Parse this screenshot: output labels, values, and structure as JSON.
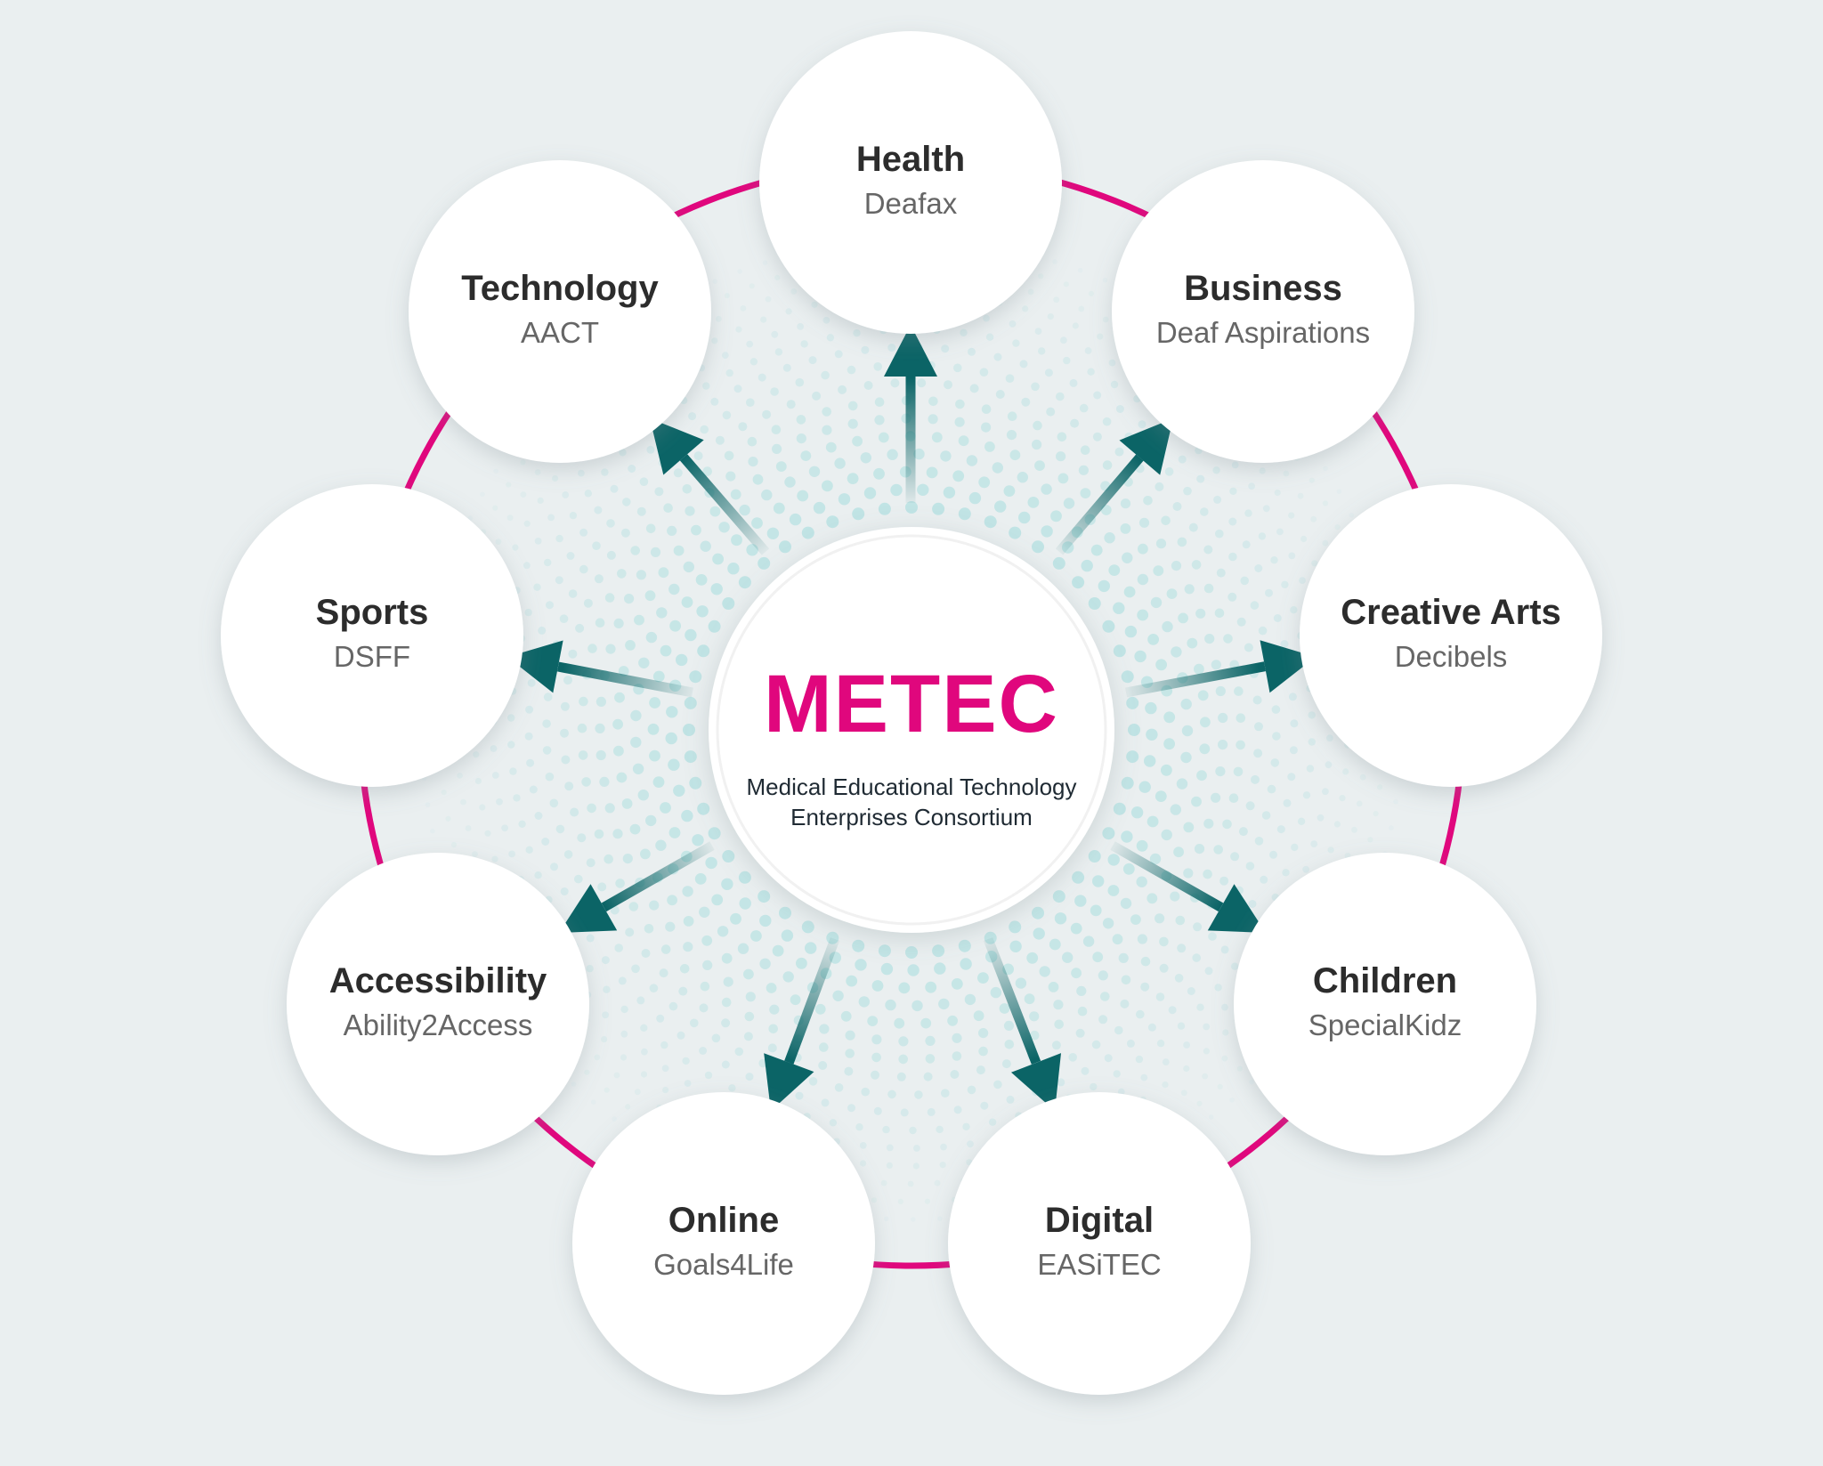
{
  "diagram": {
    "center": {
      "brand": "METEC",
      "tagline_line1": "Medical Educational Technology",
      "tagline_line2": "Enterprises Consortium"
    },
    "nodes": [
      {
        "title": "Health",
        "organization": "Deafax"
      },
      {
        "title": "Business",
        "organization": "Deaf Aspirations"
      },
      {
        "title": "Creative Arts",
        "organization": "Decibels"
      },
      {
        "title": "Children",
        "organization": "SpecialKidz"
      },
      {
        "title": "Digital",
        "organization": "EASiTEC"
      },
      {
        "title": "Online",
        "organization": "Goals4Life"
      },
      {
        "title": "Accessibility",
        "organization": "Ability2Access"
      },
      {
        "title": "Sports",
        "organization": "DSFF"
      },
      {
        "title": "Technology",
        "organization": "AACT"
      }
    ],
    "colors": {
      "background": "#eaeff0",
      "ring": "#e0077d",
      "arrow": "#0b6466",
      "dots": "#bfe3e4",
      "brand": "#e0077d",
      "title_text": "#2c2c2c",
      "subtitle_text": "#666666"
    }
  }
}
